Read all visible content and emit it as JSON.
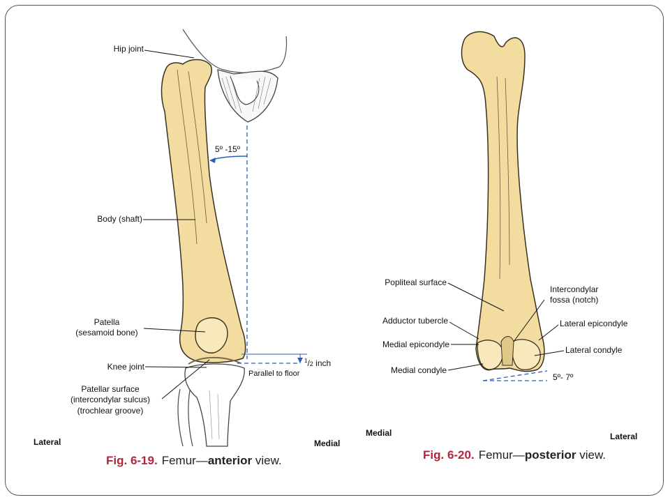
{
  "fig19": {
    "labels": {
      "hip_joint": "Hip joint",
      "body_shaft": "Body (shaft)",
      "patella": "Patella",
      "patella_sub": "(sesamoid bone)",
      "knee_joint": "Knee joint",
      "patellar_surface": "Patellar surface",
      "patellar_surface_sub1": "(intercondylar sulcus)",
      "patellar_surface_sub2": "(trochlear groove)",
      "angle": "5º -15º",
      "half_inch_num": "1",
      "half_inch_den": "2",
      "half_inch_unit": "inch",
      "parallel": "Parallel to floor",
      "lateral": "Lateral",
      "medial": "Medial"
    },
    "caption": {
      "num": "Fig. 6-19.",
      "prefix": "Femur—",
      "emph": "anterior",
      "suffix": " view."
    }
  },
  "fig20": {
    "labels": {
      "popliteal": "Popliteal surface",
      "intercondylar1": "Intercondylar",
      "intercondylar2": "fossa (notch)",
      "adductor": "Adductor tubercle",
      "lateral_epicondyle": "Lateral epicondyle",
      "medial_epicondyle": "Medial epicondyle",
      "lateral_condyle": "Lateral condyle",
      "medial_condyle": "Medial condyle",
      "angle": "5º- 7º",
      "medial": "Medial",
      "lateral": "Lateral"
    },
    "caption": {
      "num": "Fig. 6-20.",
      "prefix": "Femur—",
      "emph": "posterior",
      "suffix": " view."
    }
  },
  "colors": {
    "bone": "#f2dca0",
    "outline": "#3a3020",
    "accent": "#2a5fb8",
    "caption_num": "#b3253a"
  }
}
